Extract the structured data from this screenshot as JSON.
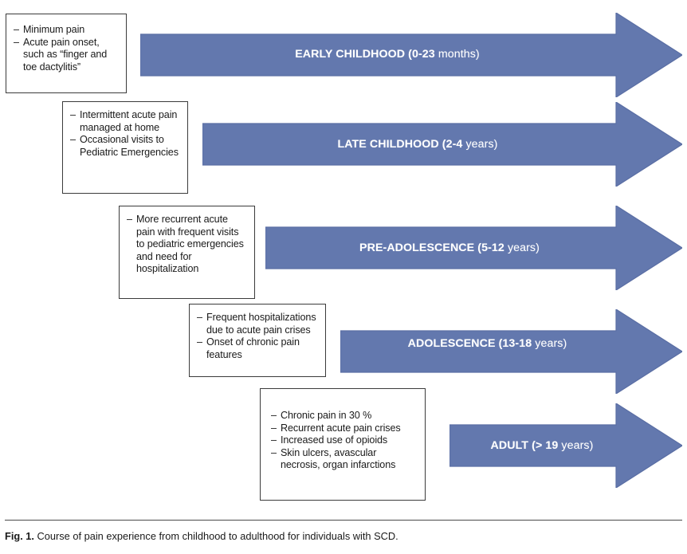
{
  "figure": {
    "caption_label": "Fig. 1.",
    "caption_text": "Course of pain experience from childhood to adulthood for individuals with SCD.",
    "arrow_color": "#6378ae",
    "arrow_edge_color": "#5a6ea4",
    "box_border_color": "#3b3b3b",
    "text_color": "#1a1a1a",
    "label_text_color": "#ffffff"
  },
  "stages": [
    {
      "id": "early-childhood",
      "period": "EARLY CHILDHOOD",
      "agespan": "(0-23",
      "unit": "months)",
      "full_label": "EARLY CHILDHOOD (0-23 months)",
      "notes": [
        "Minimum pain",
        "Acute pain onset, such as “finger and toe dactylitis”"
      ]
    },
    {
      "id": "late-childhood",
      "period": "LATE CHILDHOOD",
      "agespan": "(2-4",
      "unit": "years)",
      "full_label": "LATE CHILDHOOD (2-4 years)",
      "notes": [
        "Intermittent acute pain managed at home",
        "Occasional visits to Pediatric Emergencies"
      ]
    },
    {
      "id": "pre-adolescence",
      "period": "PRE-ADOLESCENCE",
      "agespan": "(5-12",
      "unit": "years)",
      "full_label": "PRE-ADOLESCENCE (5-12 years)",
      "notes": [
        "More recurrent acute pain with frequent visits to pediatric emergencies and need for hospitalization"
      ]
    },
    {
      "id": "adolescence",
      "period": "ADOLESCENCE",
      "agespan": "(13-18",
      "unit": "years)",
      "full_label": "ADOLESCENCE (13-18 years)",
      "notes": [
        "Frequent hospitalizations due to acute pain crises",
        "Onset of chronic pain features"
      ]
    },
    {
      "id": "adult",
      "period": "ADULT",
      "agespan": "(> 19",
      "unit": "years)",
      "full_label": "ADULT (> 19 years)",
      "notes": [
        "Chronic pain in 30 %",
        "Recurrent acute pain crises",
        "Increased use of opioids",
        "Skin ulcers, avascular necrosis, organ infarctions"
      ]
    }
  ]
}
